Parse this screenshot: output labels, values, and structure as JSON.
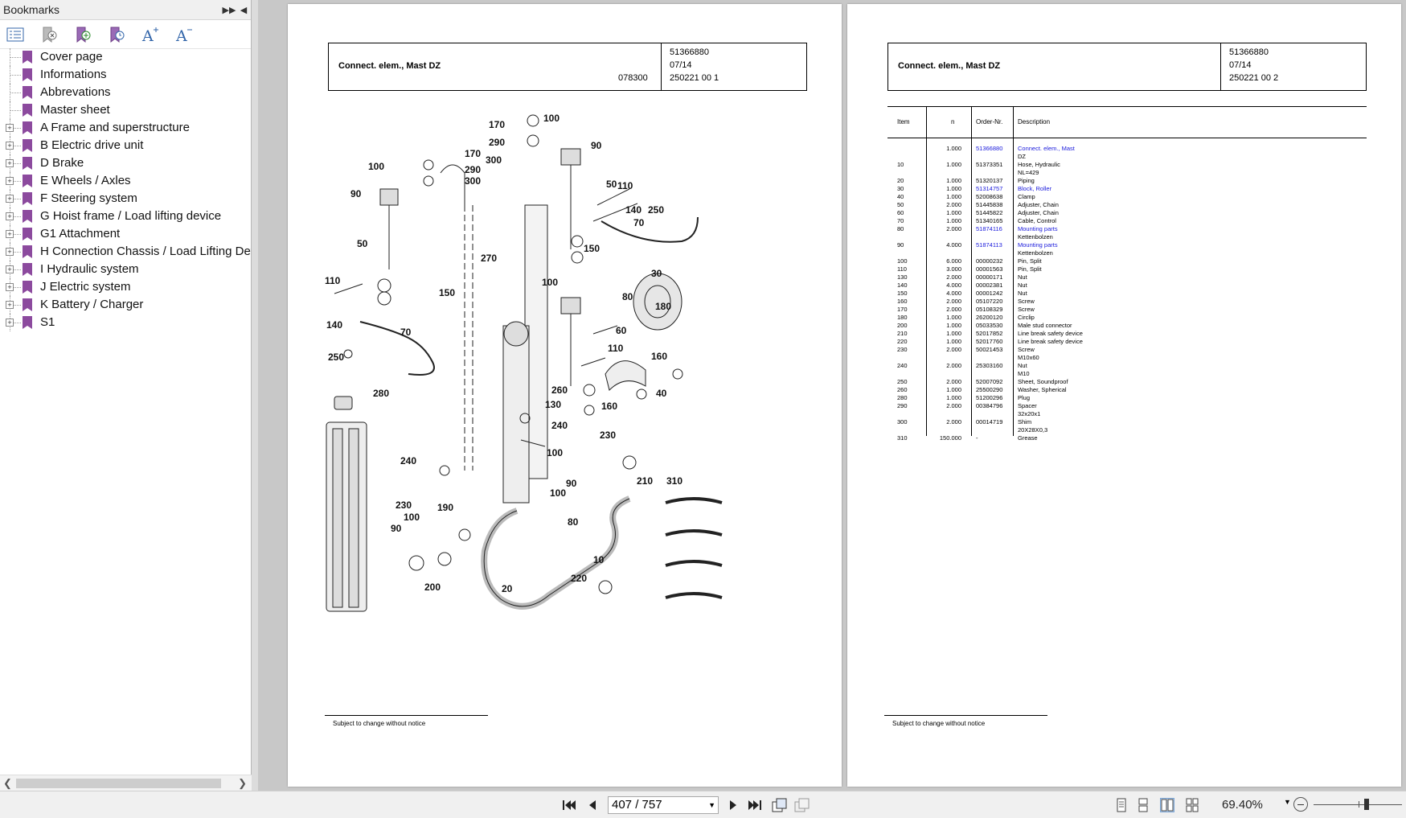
{
  "sidebar": {
    "title": "Bookmarks",
    "items": [
      {
        "label": "Cover page",
        "expandable": false
      },
      {
        "label": "Informations",
        "expandable": false
      },
      {
        "label": "Abbrevations",
        "expandable": false
      },
      {
        "label": "Master sheet",
        "expandable": false
      },
      {
        "label": "A Frame and superstructure",
        "expandable": true
      },
      {
        "label": "B Electric drive unit",
        "expandable": true
      },
      {
        "label": "D Brake",
        "expandable": true
      },
      {
        "label": "E Wheels / Axles",
        "expandable": true
      },
      {
        "label": "F Steering system",
        "expandable": true
      },
      {
        "label": "G Hoist frame / Load lifting device",
        "expandable": true
      },
      {
        "label": "G1 Attachment",
        "expandable": true
      },
      {
        "label": "H Connection Chassis / Load Lifting Devi",
        "expandable": true
      },
      {
        "label": "I Hydraulic system",
        "expandable": true
      },
      {
        "label": "J Electric system",
        "expandable": true
      },
      {
        "label": "K Battery / Charger",
        "expandable": true
      },
      {
        "label": "S1",
        "expandable": true
      }
    ]
  },
  "left_page": {
    "title": "Connect. elem., Mast DZ",
    "drawing_no": "078300",
    "part_no": "51366880",
    "date": "07/14",
    "sheet": "250221 00 1",
    "footer": "Subject to change without notice",
    "callouts": [
      "170",
      "100",
      "290",
      "300",
      "170",
      "90",
      "290",
      "300",
      "100",
      "50",
      "110",
      "90",
      "140",
      "250",
      "70",
      "50",
      "270",
      "150",
      "110",
      "150",
      "100",
      "30",
      "80",
      "140",
      "180",
      "70",
      "60",
      "110",
      "160",
      "250",
      "40",
      "280",
      "260",
      "130",
      "160",
      "240",
      "230",
      "240",
      "100",
      "210",
      "310",
      "90",
      "100",
      "230",
      "190",
      "100",
      "80",
      "90",
      "10",
      "200",
      "20",
      "220"
    ]
  },
  "right_page": {
    "title": "Connect. elem., Mast DZ",
    "part_no": "51366880",
    "date": "07/14",
    "sheet": "250221 00 2",
    "footer": "Subject to change without notice",
    "columns": {
      "item": "Item",
      "n": "n",
      "order": "Order-Nr.",
      "desc": "Description"
    },
    "rows": [
      {
        "item": "",
        "n": "1.000",
        "order": "51366880",
        "desc": "Connect. elem., Mast",
        "link": true
      },
      {
        "item": "",
        "n": "",
        "order": "",
        "desc": "DZ",
        "link": false
      },
      {
        "item": "10",
        "n": "1.000",
        "order": "51373351",
        "desc": "Hose, Hydraulic",
        "link": false
      },
      {
        "item": "",
        "n": "",
        "order": "",
        "desc": "NL=429",
        "link": false
      },
      {
        "item": "20",
        "n": "1.000",
        "order": "51320137",
        "desc": "Piping",
        "link": false
      },
      {
        "item": "30",
        "n": "1.000",
        "order": "51314757",
        "desc": "Block, Roller",
        "link": true
      },
      {
        "item": "40",
        "n": "1.000",
        "order": "52008638",
        "desc": "Clamp",
        "link": false
      },
      {
        "item": "50",
        "n": "2.000",
        "order": "51445838",
        "desc": "Adjuster, Chain",
        "link": false
      },
      {
        "item": "60",
        "n": "1.000",
        "order": "51445822",
        "desc": "Adjuster, Chain",
        "link": false
      },
      {
        "item": "70",
        "n": "1.000",
        "order": "51340165",
        "desc": "Cable, Control",
        "link": false
      },
      {
        "item": "80",
        "n": "2.000",
        "order": "51874116",
        "desc": "Mounting parts",
        "link": true
      },
      {
        "item": "",
        "n": "",
        "order": "",
        "desc": "Kettenbolzen",
        "link": false
      },
      {
        "item": "90",
        "n": "4.000",
        "order": "51874113",
        "desc": "Mounting parts",
        "link": true
      },
      {
        "item": "",
        "n": "",
        "order": "",
        "desc": "Kettenbolzen",
        "link": false
      },
      {
        "item": "100",
        "n": "6.000",
        "order": "00000232",
        "desc": "Pin, Split",
        "link": false
      },
      {
        "item": "110",
        "n": "3.000",
        "order": "00001563",
        "desc": "Pin, Split",
        "link": false
      },
      {
        "item": "130",
        "n": "2.000",
        "order": "00000171",
        "desc": "Nut",
        "link": false
      },
      {
        "item": "140",
        "n": "4.000",
        "order": "00002381",
        "desc": "Nut",
        "link": false
      },
      {
        "item": "150",
        "n": "4.000",
        "order": "00001242",
        "desc": "Nut",
        "link": false
      },
      {
        "item": "160",
        "n": "2.000",
        "order": "05107220",
        "desc": "Screw",
        "link": false
      },
      {
        "item": "170",
        "n": "2.000",
        "order": "05108329",
        "desc": "Screw",
        "link": false
      },
      {
        "item": "180",
        "n": "1.000",
        "order": "26200120",
        "desc": "Circlip",
        "link": false
      },
      {
        "item": "200",
        "n": "1.000",
        "order": "05033530",
        "desc": "Male stud connector",
        "link": false
      },
      {
        "item": "210",
        "n": "1.000",
        "order": "52017852",
        "desc": "Line break safety device",
        "link": false
      },
      {
        "item": "220",
        "n": "1.000",
        "order": "52017760",
        "desc": "Line break safety device",
        "link": false
      },
      {
        "item": "230",
        "n": "2.000",
        "order": "50021453",
        "desc": "Screw",
        "link": false
      },
      {
        "item": "",
        "n": "",
        "order": "",
        "desc": "M10x60",
        "link": false
      },
      {
        "item": "240",
        "n": "2.000",
        "order": "25303160",
        "desc": "Nut",
        "link": false
      },
      {
        "item": "",
        "n": "",
        "order": "",
        "desc": "M10",
        "link": false
      },
      {
        "item": "250",
        "n": "2.000",
        "order": "52007092",
        "desc": "Sheet, Soundproof",
        "link": false
      },
      {
        "item": "260",
        "n": "1.000",
        "order": "25500290",
        "desc": "Washer, Spherical",
        "link": false
      },
      {
        "item": "280",
        "n": "1.000",
        "order": "51200296",
        "desc": "Plug",
        "link": false
      },
      {
        "item": "290",
        "n": "2.000",
        "order": "00384796",
        "desc": "Spacer",
        "link": false
      },
      {
        "item": "",
        "n": "",
        "order": "",
        "desc": "32x20x1",
        "link": false
      },
      {
        "item": "300",
        "n": "2.000",
        "order": "00014719",
        "desc": "Shim",
        "link": false
      },
      {
        "item": "",
        "n": "",
        "order": "",
        "desc": "20X28X0,3",
        "link": false
      },
      {
        "item": "310",
        "n": "150.000",
        "order": "-",
        "desc": "Grease",
        "link": false
      }
    ]
  },
  "navigation": {
    "page_value": "407 / 757",
    "zoom": "69.40%",
    "zoom_fraction": 0.6
  },
  "colors": {
    "link": "#1a1adc",
    "bookmark": "#8c4a9e"
  }
}
